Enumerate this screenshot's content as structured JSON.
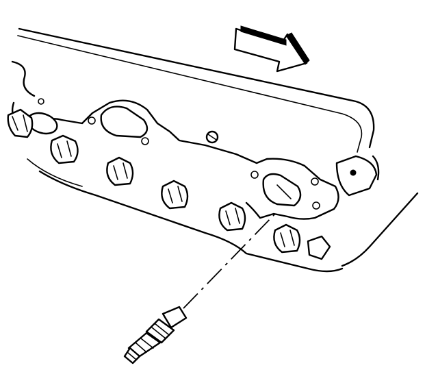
{
  "figure": {
    "subject": "cylinder-head-exhaust-side",
    "components": [
      "arrow-indicator",
      "cylinder-head",
      "exhaust-ports",
      "head-bolts",
      "stud",
      "centerline"
    ]
  }
}
